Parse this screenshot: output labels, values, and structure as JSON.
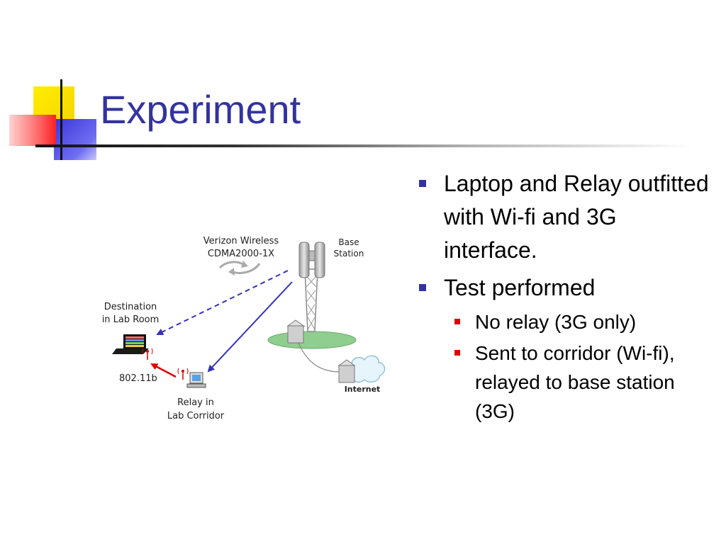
{
  "slide": {
    "title": "Experiment",
    "colors": {
      "title": "#3333a0",
      "bullet_l1": "#3333a0",
      "bullet_l2": "#e00000"
    }
  },
  "diagram": {
    "carrier_line1": "Verizon Wireless",
    "carrier_line2": "CDMA2000-1X",
    "base_line1": "Base",
    "base_line2": "Station",
    "dest_line1": "Destination",
    "dest_line2": "in Lab Room",
    "wifi_label": "802.11b",
    "relay_line1": "Relay in",
    "relay_line2": "Lab Corridor",
    "internet_label": "Internet",
    "colors": {
      "link_3g": "#3333bb",
      "link_wifi": "#e00000",
      "ground": "#8fce8f"
    }
  },
  "bullets": [
    {
      "text": "Laptop and Relay outfitted with Wi-fi and 3G interface.",
      "children": []
    },
    {
      "text": "Test performed",
      "children": [
        {
          "text": "No relay (3G only)"
        },
        {
          "text": "Sent to corridor (Wi-fi), relayed to base station (3G)"
        }
      ]
    }
  ]
}
